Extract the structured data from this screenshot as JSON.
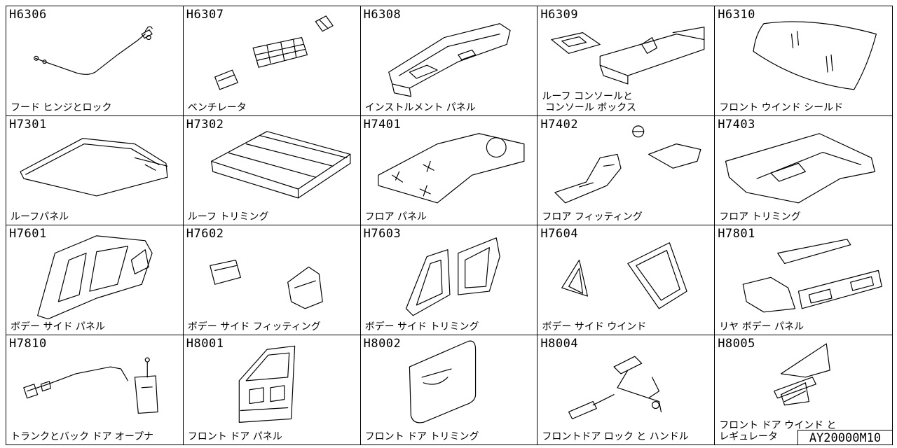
{
  "doc_id": "AY20000M10",
  "cells": [
    {
      "code": "H6306",
      "label": "フード ヒンジとロック",
      "icon": "hood-cable-icon"
    },
    {
      "code": "H6307",
      "label": "ベンチレータ",
      "icon": "ventilator-icon"
    },
    {
      "code": "H6308",
      "label": "インストルメント パネル",
      "icon": "instrument-panel-icon"
    },
    {
      "code": "H6309",
      "label": "ルーフ コンソールと\n コンソール ボックス",
      "icon": "console-box-icon"
    },
    {
      "code": "H6310",
      "label": "フロント ウインド シールド",
      "icon": "windshield-icon"
    },
    {
      "code": "H7301",
      "label": "ルーフパネル",
      "icon": "roof-panel-icon"
    },
    {
      "code": "H7302",
      "label": "ルーフ トリミング",
      "icon": "roof-trim-icon"
    },
    {
      "code": "H7401",
      "label": "フロア パネル",
      "icon": "floor-panel-icon"
    },
    {
      "code": "H7402",
      "label": "フロア フィッティング",
      "icon": "floor-fitting-icon"
    },
    {
      "code": "H7403",
      "label": "フロア トリミング",
      "icon": "floor-trim-icon"
    },
    {
      "code": "H7601",
      "label": "ボデー サイド パネル",
      "icon": "body-side-panel-icon"
    },
    {
      "code": "H7602",
      "label": "ボデー サイド フィッティング",
      "icon": "body-side-fitting-icon"
    },
    {
      "code": "H7603",
      "label": "ボデー サイド トリミング",
      "icon": "body-side-trim-icon"
    },
    {
      "code": "H7604",
      "label": "ボデー サイド ウインド",
      "icon": "body-side-window-icon"
    },
    {
      "code": "H7801",
      "label": "リヤ ボデー パネル",
      "icon": "rear-body-panel-icon"
    },
    {
      "code": "H7810",
      "label": "トランクとバック ドア オープナ",
      "icon": "trunk-opener-icon"
    },
    {
      "code": "H8001",
      "label": "フロント ドア パネル",
      "icon": "front-door-panel-icon"
    },
    {
      "code": "H8002",
      "label": "フロント ドア トリミング",
      "icon": "front-door-trim-icon"
    },
    {
      "code": "H8004",
      "label": "フロントドア ロック と ハンドル",
      "icon": "door-lock-handle-icon"
    },
    {
      "code": "H8005",
      "label": "フロント ドア ウインド と\nレギュレータ",
      "icon": "window-regulator-icon"
    }
  ]
}
